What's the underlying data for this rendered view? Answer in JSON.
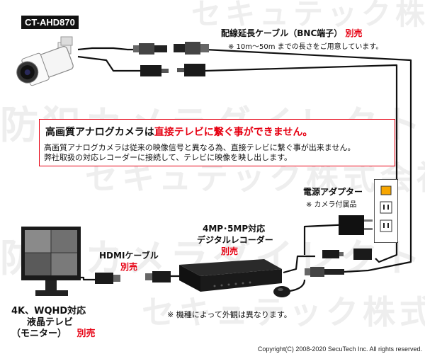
{
  "watermark": {
    "line1": "セキュテック株式会社",
    "line2": "防犯カメラダイレクト",
    "line3": "セキュテック株式会社",
    "line4": "防犯カメラダイレクト",
    "line5": "セキュテック株式会社"
  },
  "camera": {
    "model": "CT-AHD870"
  },
  "cable": {
    "title": "配線延長ケーブル（BNC端子）",
    "sold_separately": "別売",
    "note": "※ 10m～50m までの長さをご用意しています。"
  },
  "notice": {
    "lead": "高画質アナログカメラは",
    "emphasis": "直接テレビに繋ぐ事ができません。",
    "line1": "高画質アナログカメラは従来の映像信号と異なる為、直接テレビに繋ぐ事が出来ません。",
    "line2": "弊社取扱の対応レコーダーに接続して、テレビに映像を映し出します。"
  },
  "adapter": {
    "title": "電源アダプター",
    "note": "※ カメラ付属品"
  },
  "recorder": {
    "line1": "4MP･5MP対応",
    "line2": "デジタルレコーダー",
    "sold_separately": "別売"
  },
  "hdmi": {
    "title": "HDMIケーブル",
    "sold_separately": "別売"
  },
  "monitor": {
    "line1": "4K、WQHD対応",
    "line2": "液晶テレビ",
    "line3": "（モニター）",
    "sold_separately": "別売"
  },
  "appearance_note": "※ 機種によって外観は異なります。",
  "copyright": "Copyright(C) 2008-2020 SecuTech Inc. All rights reserved.",
  "colors": {
    "accent_red": "#e60012",
    "wire": "#111111",
    "outlet_orange": "#f7a600"
  }
}
